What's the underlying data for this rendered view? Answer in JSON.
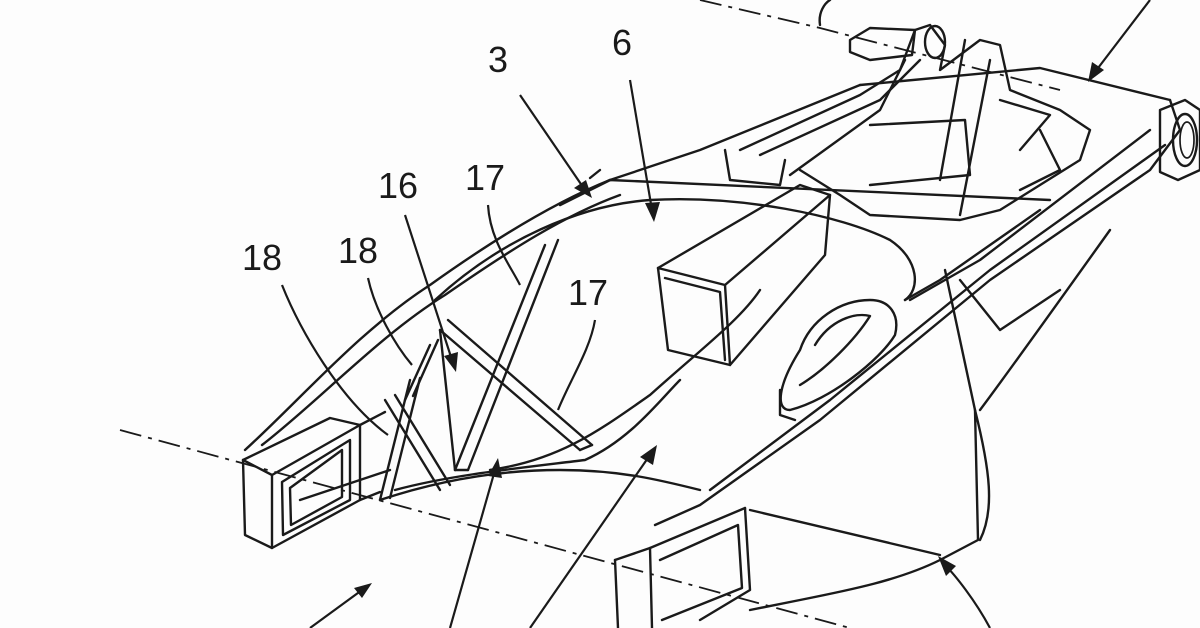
{
  "labels": {
    "ref_3": "3",
    "ref_6": "6",
    "ref_16": "16",
    "ref_17_top": "17",
    "ref_17_mid": "17",
    "ref_18_left": "18",
    "ref_18_right": "18"
  },
  "colors": {
    "line": "#1a1a1a",
    "background": "#fdfdfd"
  }
}
